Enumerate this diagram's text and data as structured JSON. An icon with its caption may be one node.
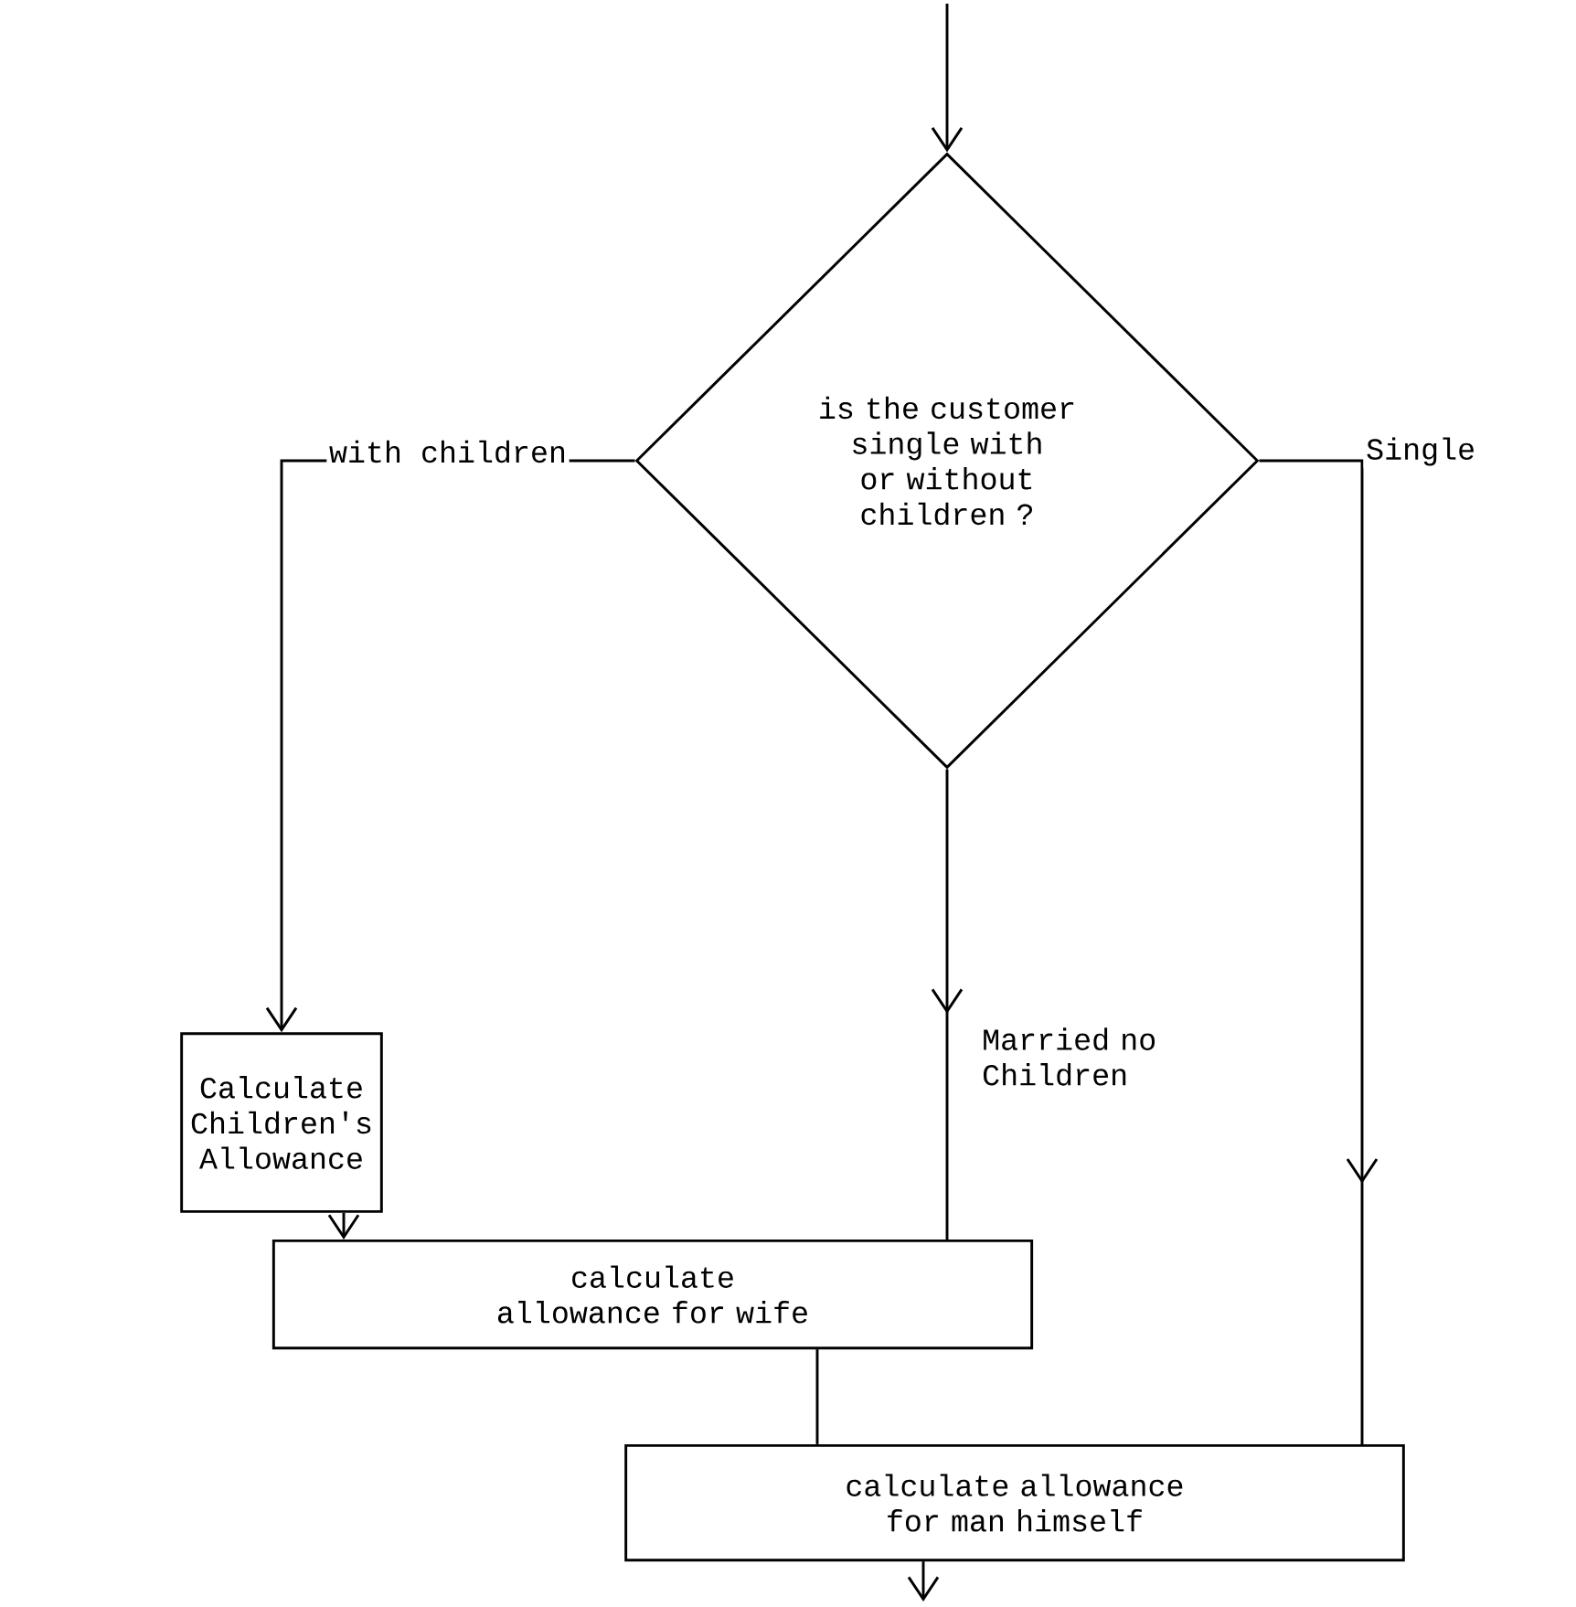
{
  "diagram": {
    "nodes": [
      {
        "text": [
          "is the customer single with or without children ?"
        ]
      },
      {
        "text": [
          "Calculate Children's Allowance"
        ]
      },
      {
        "text": [
          "calculate allowance for wife"
        ]
      },
      {
        "text": [
          "calculate allowance for man himself"
        ]
      }
    ],
    "edges": [
      {
        "from": null,
        "to": 0,
        "arrow": "to"
      },
      {
        "from": 0,
        "to": 1,
        "arrow": "to",
        "label": "with children"
      },
      {
        "from": 0,
        "to": 3,
        "arrow": "to",
        "label": "Single"
      },
      {
        "from": 0,
        "to": 2,
        "arrow": "to",
        "label": "Married no Children"
      },
      {
        "from": 1,
        "to": 2,
        "arrow": "to"
      },
      {
        "from": 2,
        "to": 3,
        "arrow": "none"
      },
      {
        "from": 3,
        "to": null,
        "arrow": "to"
      }
    ]
  }
}
